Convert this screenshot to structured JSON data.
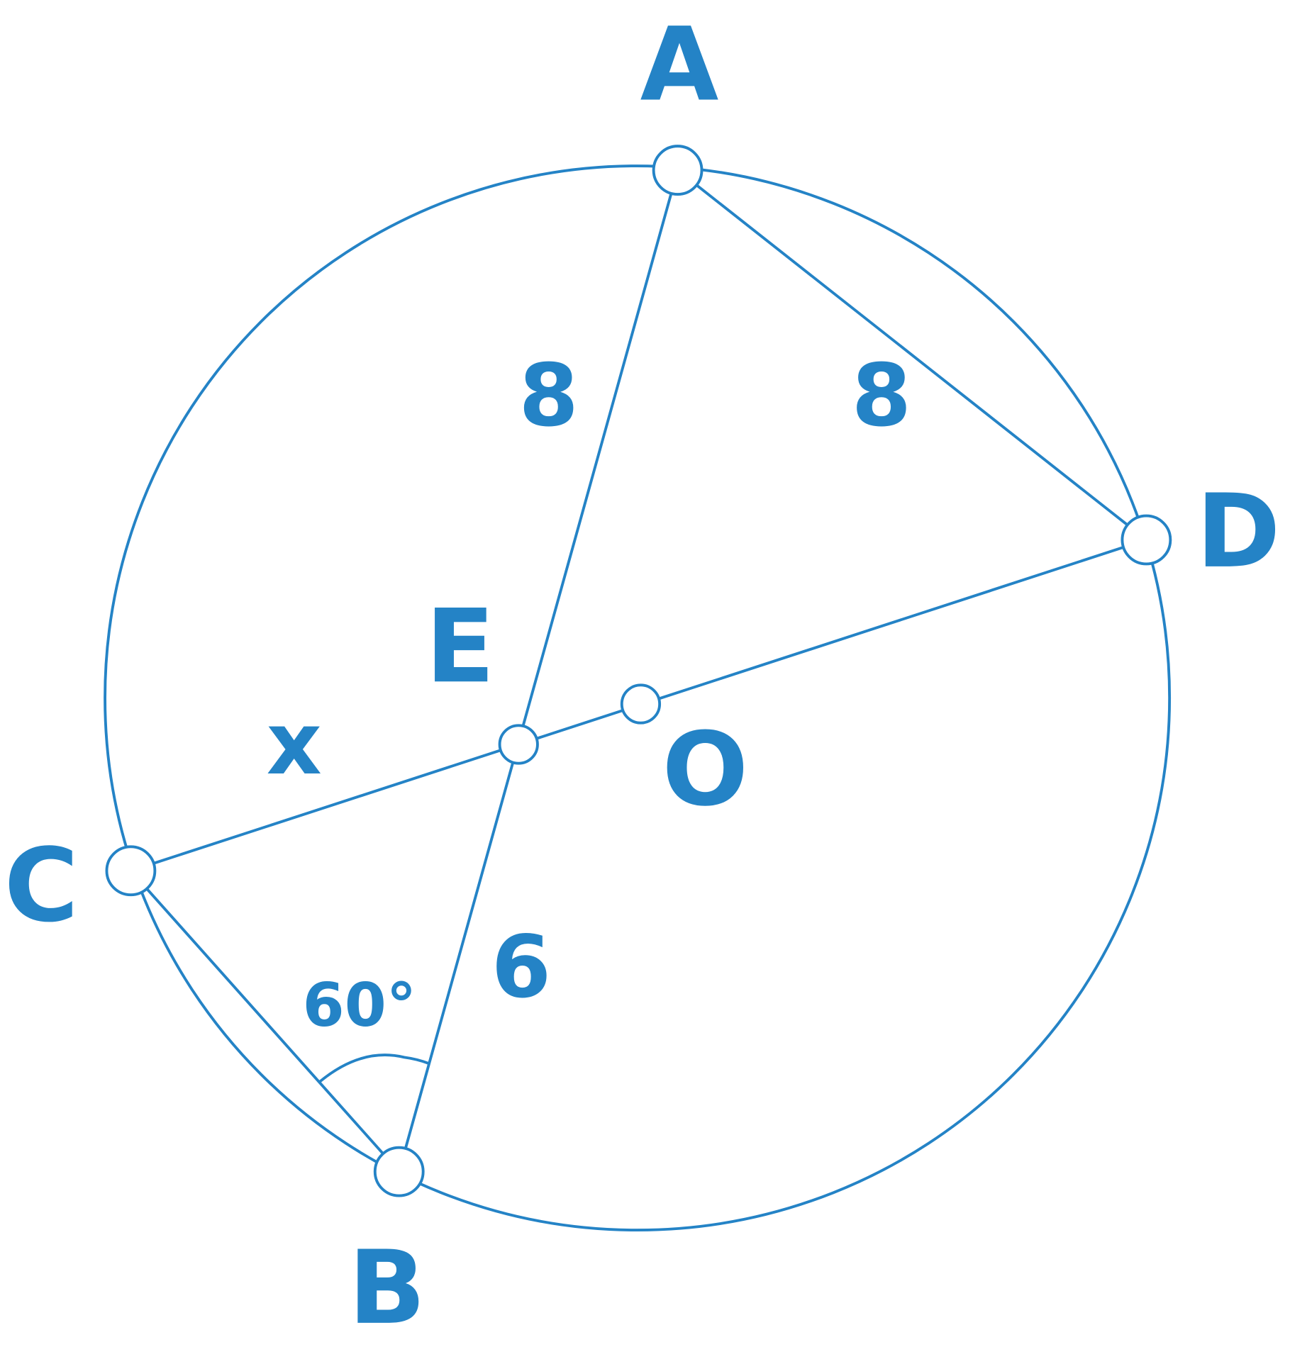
{
  "diagram": {
    "points": {
      "A": "A",
      "B": "B",
      "C": "C",
      "D": "D",
      "E": "E",
      "O": "O"
    },
    "labels": {
      "AE": "8",
      "AD": "8",
      "EB": "6",
      "CE": "x",
      "angle_CBA": "60°"
    },
    "color": "#2483c6"
  }
}
